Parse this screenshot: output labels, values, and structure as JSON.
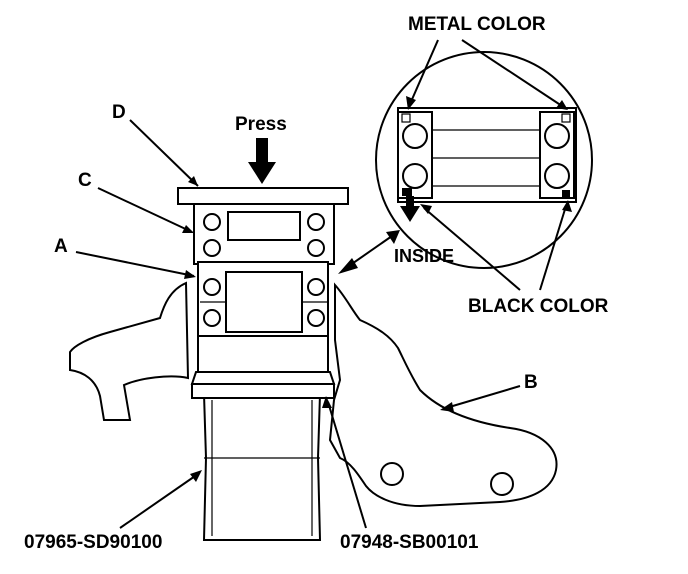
{
  "labels": {
    "metal_color": "METAL COLOR",
    "press": "Press",
    "d": "D",
    "c": "C",
    "a": "A",
    "b": "B",
    "inside": "INSIDE",
    "black_color": "BLACK COLOR",
    "tool_left": "07965-SD90100",
    "tool_right": "07948-SB00101"
  },
  "colors": {
    "ink": "#000000",
    "paper": "#ffffff"
  }
}
